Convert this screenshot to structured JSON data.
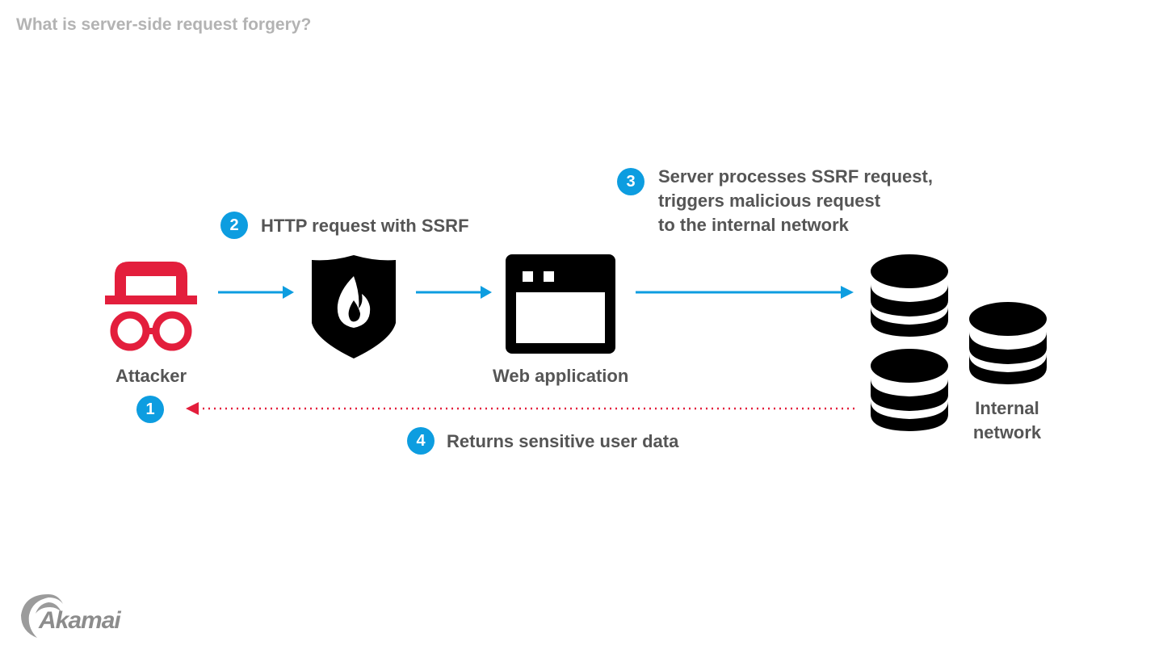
{
  "title": "What is server-side request forgery?",
  "colors": {
    "blue": "#0d9de0",
    "red": "#e31e3c",
    "dark": "#000000",
    "text": "#555555",
    "title": "#b3b3b3"
  },
  "nodes": {
    "attacker": {
      "label": "Attacker",
      "icon": "spy-icon"
    },
    "firewall": {
      "icon": "shield-flame-icon"
    },
    "webapp": {
      "label": "Web application",
      "icon": "browser-window-icon"
    },
    "internal": {
      "label_line1": "Internal",
      "label_line2": "network",
      "icon": "database-icon"
    }
  },
  "steps": [
    {
      "number": "1"
    },
    {
      "number": "2",
      "text": "HTTP request with SSRF"
    },
    {
      "number": "3",
      "lines": [
        "Server processes SSRF request,",
        "triggers malicious request",
        "to the internal network"
      ]
    },
    {
      "number": "4",
      "text": "Returns sensitive user data"
    }
  ],
  "logo": {
    "text": "Akamai"
  }
}
